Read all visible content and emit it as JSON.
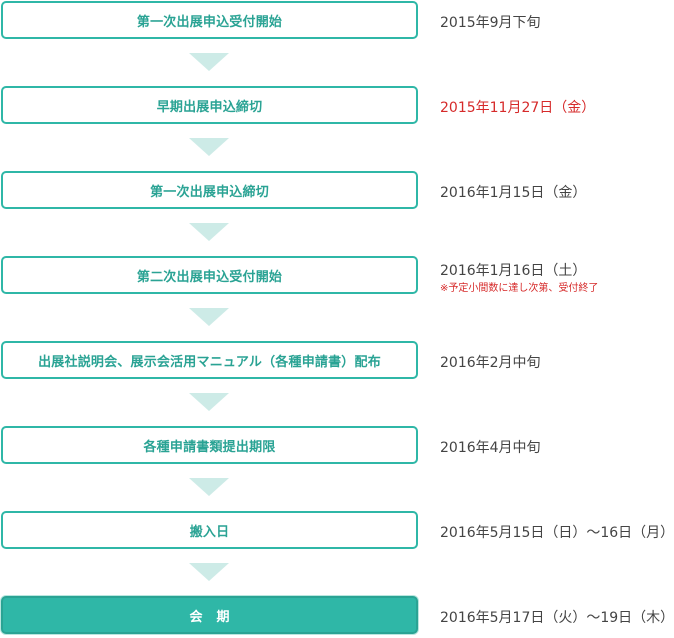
{
  "steps": [
    {
      "label": "第一次出展申込受付開始",
      "date": "2015年9月下旬",
      "note": ""
    },
    {
      "label": "早期出展申込締切",
      "date": "2015年11月27日（金）",
      "note": ""
    },
    {
      "label": "第一次出展申込締切",
      "date": "2016年1月15日（金）",
      "note": ""
    },
    {
      "label": "第二次出展申込受付開始",
      "date": "2016年1月16日（土）",
      "note": "※予定小間数に達し次第、受付終了"
    },
    {
      "label": "出展社説明会、展示会活用マニュアル（各種申請書）配布",
      "date": "2016年2月中旬",
      "note": ""
    },
    {
      "label": "各種申請書類提出期限",
      "date": "2016年4月中旬",
      "note": ""
    },
    {
      "label": "搬入日",
      "date": "2016年5月15日（日）〜16日（月）",
      "note": ""
    },
    {
      "label": "会期",
      "date": "2016年5月17日（火）〜19日（木）",
      "note": ""
    }
  ],
  "colors": {
    "accent": "#2fb7a7",
    "accent_text": "#2aa394",
    "arrow": "#cdebe7",
    "highlight_text": "#ffffff",
    "date_text": "#444444",
    "alert_text": "#d62a2a"
  }
}
